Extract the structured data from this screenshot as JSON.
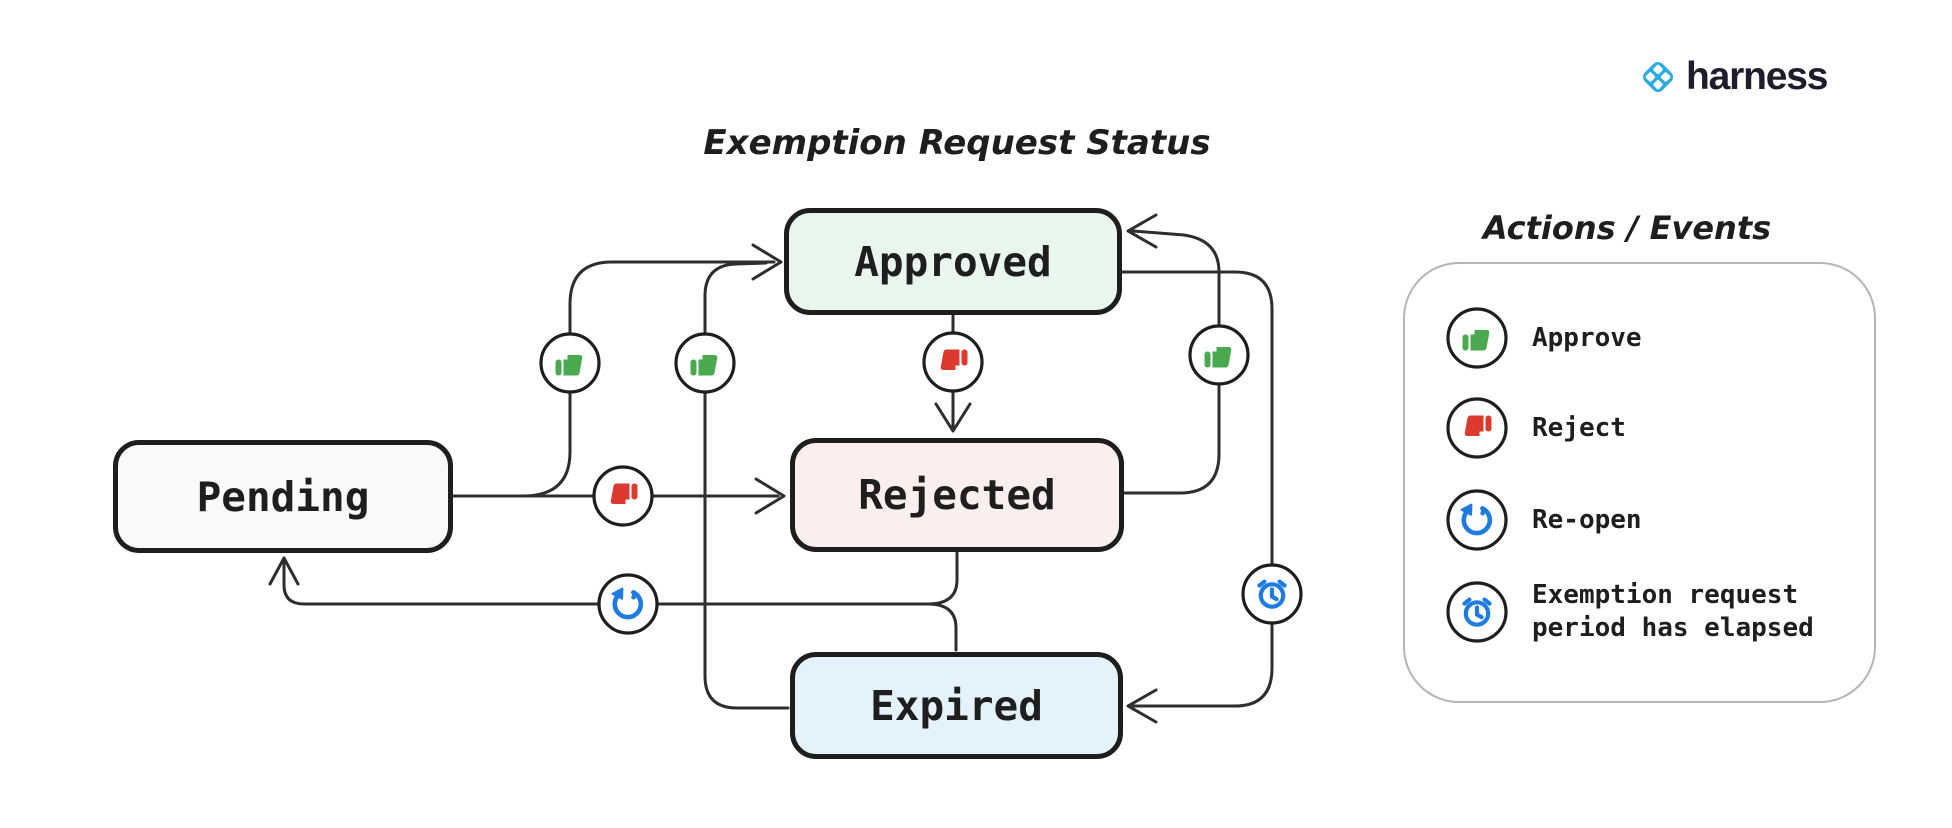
{
  "brand": {
    "name": "harness",
    "logo_color": "#29ABE2"
  },
  "diagram": {
    "title": "Exemption Request Status",
    "states": [
      {
        "id": "pending",
        "label": "Pending",
        "fill": "#F7F9FA"
      },
      {
        "id": "approved",
        "label": "Approved",
        "fill": "#E9F6ED"
      },
      {
        "id": "rejected",
        "label": "Rejected",
        "fill": "#FBEFED"
      },
      {
        "id": "expired",
        "label": "Expired",
        "fill": "#E4F2FC"
      }
    ],
    "transitions": [
      {
        "from": "Pending",
        "to": "Approved",
        "action": "Approve"
      },
      {
        "from": "Pending",
        "to": "Rejected",
        "action": "Reject"
      },
      {
        "from": "Approved",
        "to": "Rejected",
        "action": "Reject"
      },
      {
        "from": "Rejected",
        "to": "Approved",
        "action": "Approve"
      },
      {
        "from": "Expired",
        "to": "Approved",
        "action": "Approve"
      },
      {
        "from": "Approved",
        "to": "Expired",
        "action": "Exemption request period has elapsed"
      },
      {
        "from": "Rejected",
        "to": "Pending",
        "action": "Re-open"
      },
      {
        "from": "Expired",
        "to": "Pending",
        "action": "Re-open"
      }
    ]
  },
  "legend": {
    "title": "Actions / Events",
    "items": [
      {
        "icon": "thumbs-up-icon",
        "label": "Approve",
        "color": "#4AA94E"
      },
      {
        "icon": "thumbs-down-icon",
        "label": "Reject",
        "color": "#DC3A2E"
      },
      {
        "icon": "rotate-ccw-icon",
        "label": "Re-open",
        "color": "#1E7BE0"
      },
      {
        "icon": "alarm-clock-icon",
        "label": "Exemption request period has elapsed",
        "color": "#1E7BE0"
      }
    ]
  }
}
